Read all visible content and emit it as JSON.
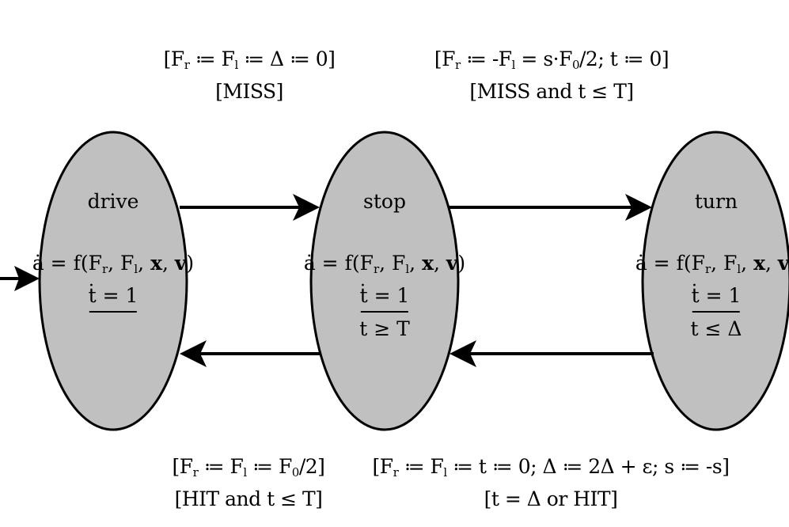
{
  "states": [
    {
      "id": "drive",
      "name": "drive",
      "flow_lhs": "ȧ =",
      "flow_rhs_pre": "f(F",
      "r_sub": "r",
      "mid": ", F",
      "l_sub": "l",
      "x": "x",
      "v": "v",
      "clock": "ṫ = 1",
      "invariant": ""
    },
    {
      "id": "stop",
      "name": "stop",
      "flow_lhs": "ȧ =",
      "flow_rhs_pre": "f(F",
      "r_sub": "r",
      "mid": ", F",
      "l_sub": "l",
      "x": "x",
      "v": "v",
      "clock": "ṫ = 1",
      "invariant": "t ≥ T"
    },
    {
      "id": "turn",
      "name": "turn",
      "flow_lhs": "ȧ =",
      "flow_rhs_pre": "f(F",
      "r_sub": "r",
      "mid": ", F",
      "l_sub": "l",
      "x": "x",
      "v": "v",
      "clock": "ṫ = 1",
      "invariant": "t ≤ Δ"
    }
  ],
  "transitions": {
    "drive_to_stop": {
      "reset": "[F",
      "reset_rest": " ≔ F",
      "reset_tail": " ≔ Δ ≔ 0]",
      "guard": "[MISS]"
    },
    "stop_to_turn": {
      "reset": "[F",
      "reset_rest": " ≔ -F",
      "reset_tail": " = s·F",
      "reset_end": "/2; t ≔ 0]",
      "guard": "[MISS and t ≤ T]"
    },
    "stop_to_drive": {
      "reset": "[F",
      "reset_rest": " ≔ F",
      "reset_tail": " ≔ F",
      "reset_end": "/2]",
      "guard": "[HIT and t ≤ T]"
    },
    "turn_to_stop": {
      "reset": "[F",
      "reset_rest": " ≔ F",
      "reset_tail": " ≔ t ≔ 0; Δ ≔ 2Δ + ε; s ≔ -s]",
      "guard": "[t = Δ or HIT]"
    }
  },
  "subscripts": {
    "r": "r",
    "l": "l",
    "zero": "0"
  },
  "colors": {
    "state_fill": "#c0c0c0",
    "stroke": "#000000"
  }
}
